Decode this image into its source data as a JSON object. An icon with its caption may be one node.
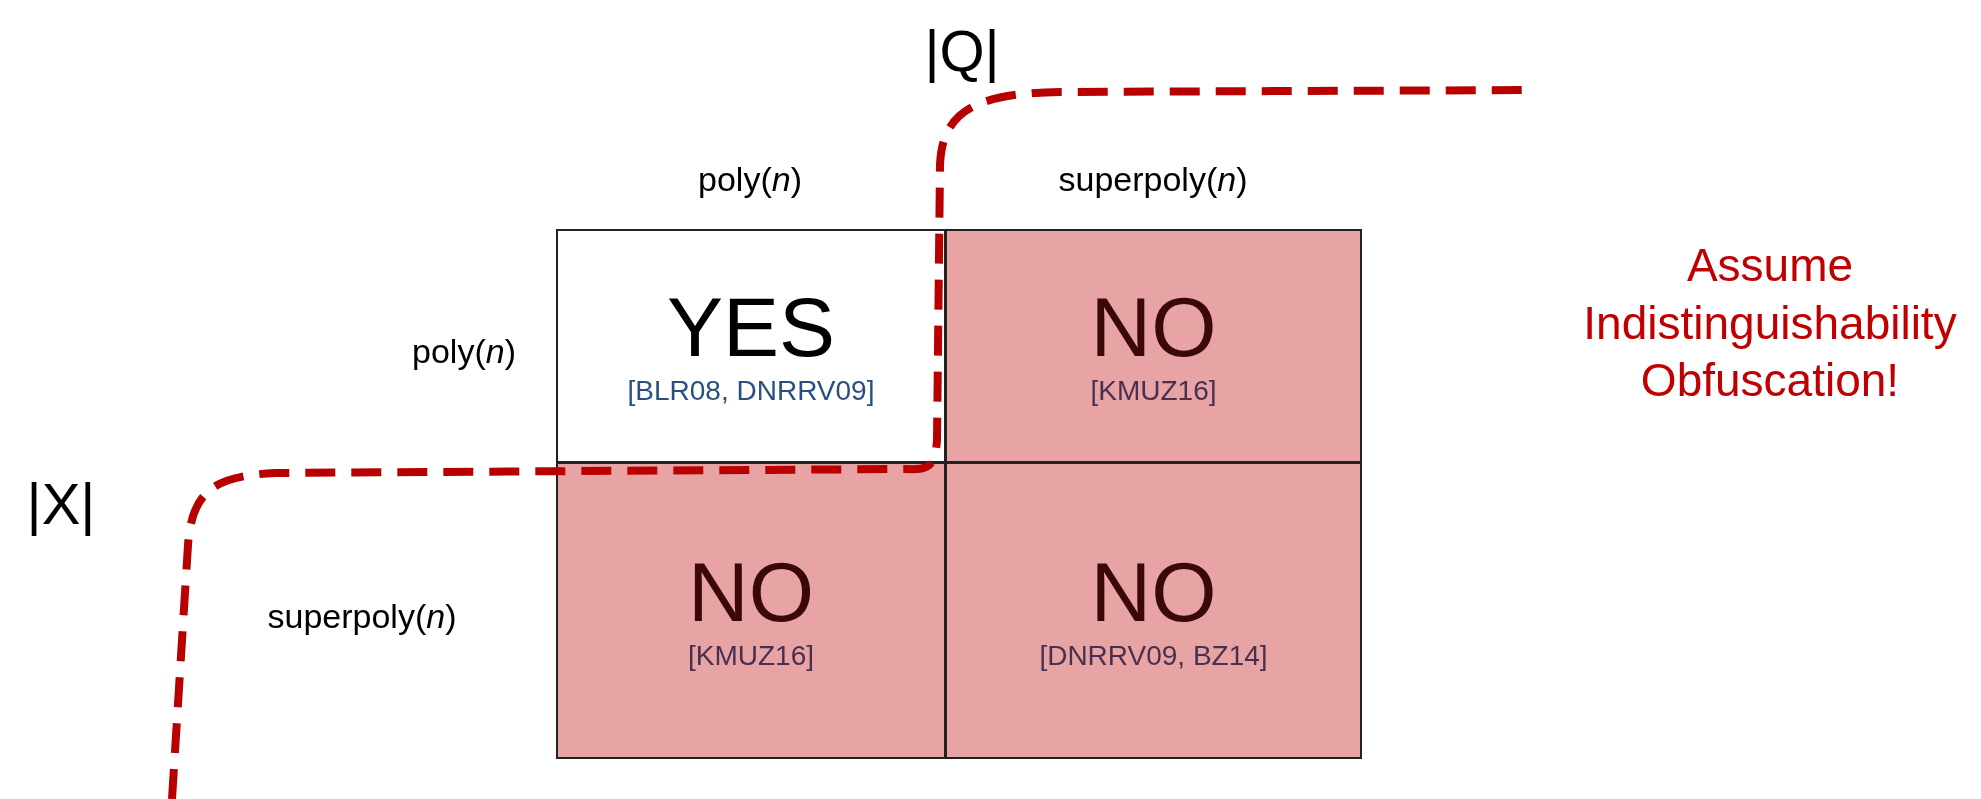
{
  "diagram": {
    "nodes": [
      {
        "text": [
          "YES",
          "[BLR08, DNRRV09]"
        ]
      },
      {
        "text": [
          "NO",
          "[KMUZ16]"
        ]
      },
      {
        "text": [
          "NO",
          "[KMUZ16]"
        ]
      },
      {
        "text": [
          "NO",
          "[DNRRV09, BZ14]"
        ]
      }
    ],
    "edges": [],
    "labels": [
      "|Q|",
      "poly(*n*)",
      "superpoly(*n*)",
      "poly(*n*)",
      "|X|",
      "superpoly(*n*)",
      "Assume Indistinguishability Obfuscation!"
    ]
  }
}
